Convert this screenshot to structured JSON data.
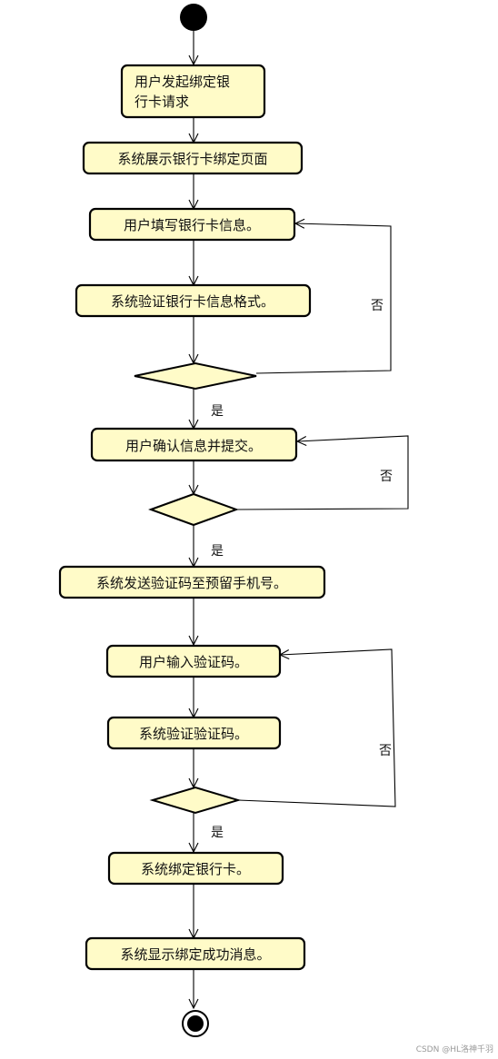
{
  "diagram": {
    "activities": {
      "a1_line1": "用户发起绑定银",
      "a1_line2": "行卡请求",
      "a2": "系统展示银行卡绑定页面",
      "a3": "用户填写银行卡信息。",
      "a4": "系统验证银行卡信息格式。",
      "a5": "用户确认信息并提交。",
      "a6": "系统发送验证码至预留手机号。",
      "a7": "用户输入验证码。",
      "a8": "系统验证验证码。",
      "a9": "系统绑定银行卡。",
      "a10": "系统显示绑定成功消息。"
    },
    "guards": {
      "yes1": "是",
      "no1": "否",
      "yes2": "是",
      "no2": "否",
      "yes3": "是",
      "no3": "否"
    }
  },
  "watermark": "CSDN @HL洛神千羽"
}
